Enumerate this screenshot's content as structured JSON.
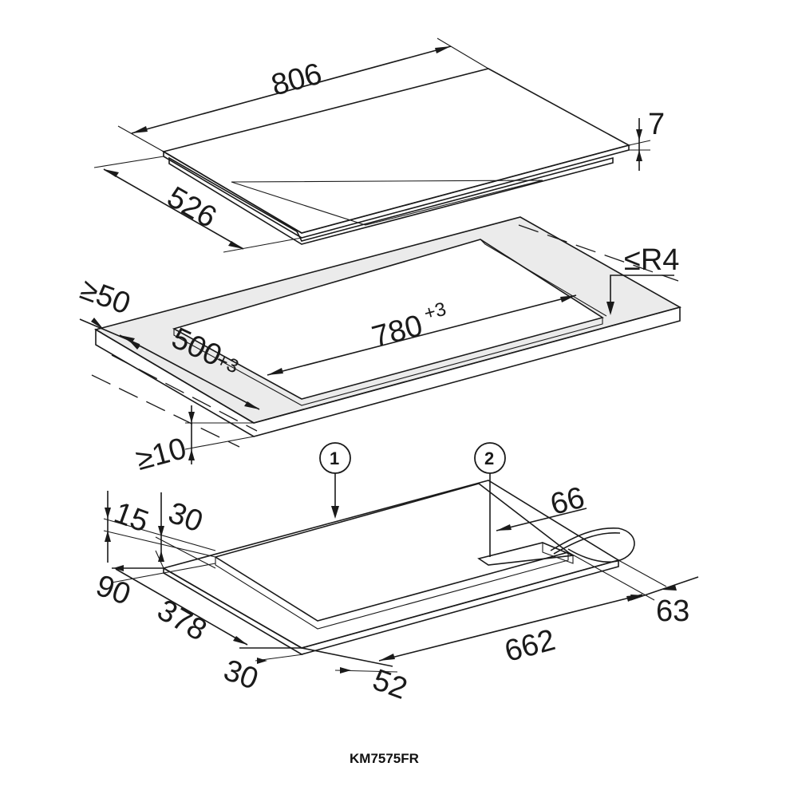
{
  "cooktop": {
    "width": "806",
    "depth": "526",
    "thickness": "7"
  },
  "cutout": {
    "min_edge": "≥50",
    "radius": "≤R4",
    "width": "780",
    "width_tol": "+3",
    "depth": "500",
    "depth_tol": "+3",
    "min_thickness": "≥10"
  },
  "base": {
    "callout_1": "1",
    "callout_2": "2",
    "d15": "15",
    "d30_top": "30",
    "d90": "90",
    "d378": "378",
    "d30_bottom": "30",
    "d52": "52",
    "d662": "662",
    "d66": "66",
    "d63": "63"
  },
  "model": "KM7575FR",
  "colors": {
    "surface": "#ebebeb",
    "line": "#1a1a1a",
    "background": "#ffffff"
  }
}
